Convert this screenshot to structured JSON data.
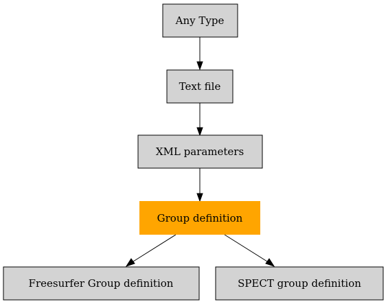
{
  "nodes": [
    {
      "id": "any-type",
      "label": "Any Type",
      "fill": "#d3d3d3",
      "highlighted": false
    },
    {
      "id": "text-file",
      "label": "Text file",
      "fill": "#d3d3d3",
      "highlighted": false
    },
    {
      "id": "xml-parameters",
      "label": "XML parameters",
      "fill": "#d3d3d3",
      "highlighted": false
    },
    {
      "id": "group-definition",
      "label": "Group definition",
      "fill": "#ffa500",
      "highlighted": true
    },
    {
      "id": "freesurfer-group-definition",
      "label": "Freesurfer Group definition",
      "fill": "#d3d3d3",
      "highlighted": false
    },
    {
      "id": "spect-group-definition",
      "label": "SPECT group definition",
      "fill": "#d3d3d3",
      "highlighted": false
    }
  ],
  "edges": [
    {
      "from": "any-type",
      "to": "text-file"
    },
    {
      "from": "text-file",
      "to": "xml-parameters"
    },
    {
      "from": "xml-parameters",
      "to": "group-definition"
    },
    {
      "from": "group-definition",
      "to": "freesurfer-group-definition"
    },
    {
      "from": "group-definition",
      "to": "spect-group-definition"
    }
  ],
  "colors": {
    "default_fill": "#d3d3d3",
    "highlight_fill": "#ffa500",
    "stroke": "#000000"
  }
}
